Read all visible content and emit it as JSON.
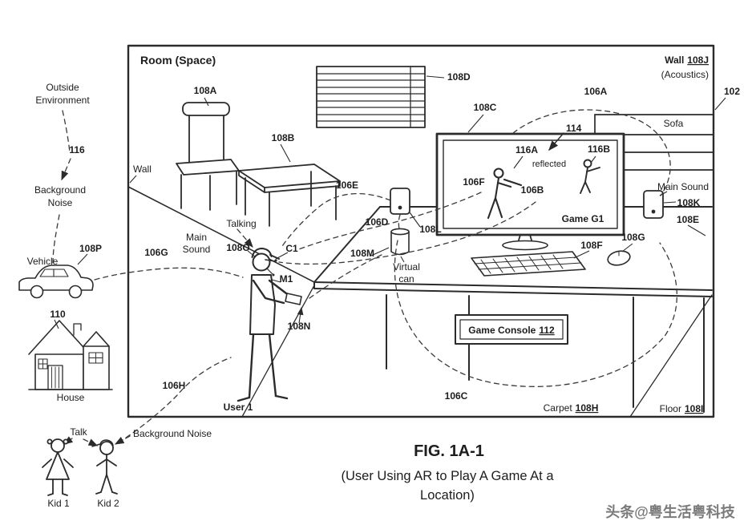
{
  "colors": {
    "line": "#2b2b2b",
    "dash": "#3a3a3a",
    "watermark": "#7b7b7b"
  },
  "watermark": "头条@粤生活粤科技",
  "figure": {
    "title": "FIG. 1A-1",
    "subtitle_line1": "(User Using AR to Play A Game At a",
    "subtitle_line2": "Location)"
  },
  "outside": {
    "environment_line1": "Outside",
    "environment_line2": "Environment",
    "ref_116": "116",
    "background_noise_line1": "Background",
    "background_noise_line2": "Noise",
    "vehicle_label": "Vehicle",
    "ref_108P": "108P",
    "ref_110": "110",
    "house_label": "House",
    "talk_label": "Talk",
    "background_noise_bottom": "Background Noise",
    "kid1_label": "Kid 1",
    "kid2_label": "Kid 2"
  },
  "room": {
    "title": "Room (Space)",
    "wall_word": "Wall",
    "wall_ref": "108J",
    "acoustics": "(Acoustics)",
    "ref_102": "102",
    "wall_left": "Wall",
    "ref_108A": "108A",
    "ref_108B": "108B",
    "ref_108C": "108C",
    "ref_108D": "108D",
    "ref_106A": "106A",
    "ref_114": "114",
    "sofa_label": "Sofa",
    "ref_116A": "116A",
    "ref_116B": "116B",
    "reflected_label": "reflected",
    "ref_106F": "106F",
    "ref_106B": "106B",
    "game_label": "Game G1",
    "main_sound_right": "Main Sound",
    "ref_108K": "108K",
    "ref_108E": "108E",
    "ref_108G": "108G",
    "ref_106E": "106E",
    "ref_106D": "106D",
    "ref_108L": "108L",
    "talking_label": "Talking",
    "main_sound_left_line1": "Main",
    "main_sound_left_line2": "Sound",
    "ref_108O": "108O",
    "ref_C1": "C1",
    "ref_108M": "108M",
    "ref_M1": "M1",
    "virtual_can_line1": "Virtual",
    "virtual_can_line2": "can",
    "ref_108F": "108F",
    "ref_106G": "106G",
    "ref_108N": "108N",
    "console_word": "Game Console",
    "console_ref": "112",
    "ref_106H": "106H",
    "user_label": "User 1",
    "ref_106C": "106C",
    "carpet_word": "Carpet",
    "carpet_ref": "108H",
    "floor_word": "Floor",
    "floor_ref": "108I"
  }
}
